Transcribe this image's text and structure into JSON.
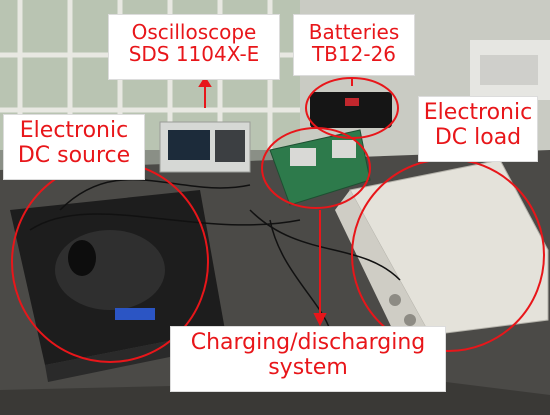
{
  "labels": {
    "oscilloscope": [
      "Oscilloscope",
      "SDS 1104X-E"
    ],
    "batteries": [
      "Batteries",
      "TB12-26"
    ],
    "dc_load": [
      "Electronic",
      "DC load"
    ],
    "dc_source": [
      "Electronic",
      "DC source"
    ],
    "charging_system": [
      "Charging/discharging",
      "system"
    ]
  },
  "colors": {
    "annotation_red": "#e8161a",
    "label_background": "#ffffff"
  }
}
